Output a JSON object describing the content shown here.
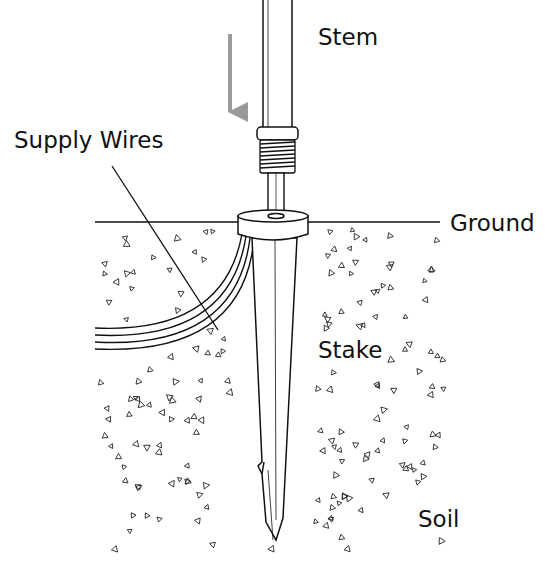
{
  "diagram": {
    "labels": [
      "Stem",
      "Supply Wires",
      "Ground",
      "Stake",
      "Soil"
    ]
  }
}
